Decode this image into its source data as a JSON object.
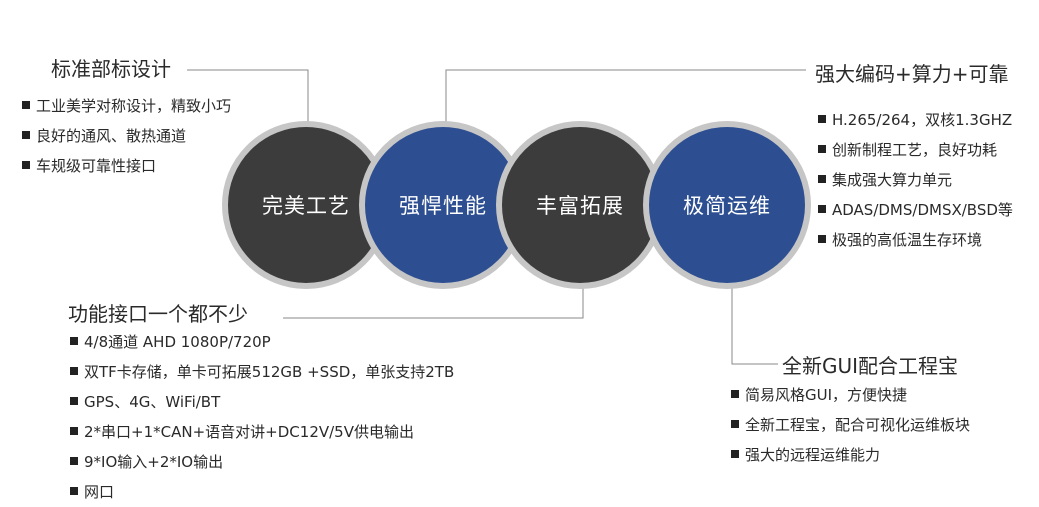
{
  "circles": [
    {
      "label": "完美工艺",
      "color": "#3c3c3c"
    },
    {
      "label": "强悍性能",
      "color": "#2d4f92"
    },
    {
      "label": "丰富拓展",
      "color": "#3c3c3c"
    },
    {
      "label": "极简运维",
      "color": "#2d4f92"
    }
  ],
  "ring_color": "#c6c6c6",
  "sections": {
    "craft": {
      "title": "标准部标设计",
      "items": [
        "工业美学对称设计，精致小巧",
        "良好的通风、散热通道",
        "车规级可靠性接口"
      ]
    },
    "performance": {
      "title": "强大编码+算力+可靠",
      "items": [
        "H.265/264，双核1.3GHZ",
        "创新制程工艺，良好功耗",
        "集成强大算力单元",
        "ADAS/DMS/DMSX/BSD等",
        "极强的高低温生存环境"
      ]
    },
    "expansion": {
      "title": "功能接口一个都不少",
      "items": [
        "4/8通道 AHD 1080P/720P",
        "双TF卡存储，单卡可拓展512GB +SSD，单张支持2TB",
        "GPS、4G、WiFi/BT",
        "2*串口+1*CAN+语音对讲+DC12V/5V供电输出",
        "9*IO输入+2*IO输出",
        "网口"
      ]
    },
    "maintenance": {
      "title": "全新GUI配合工程宝",
      "items": [
        "简易风格GUI，方便快捷",
        "全新工程宝，配合可视化运维板块",
        "强大的远程运维能力"
      ]
    }
  }
}
